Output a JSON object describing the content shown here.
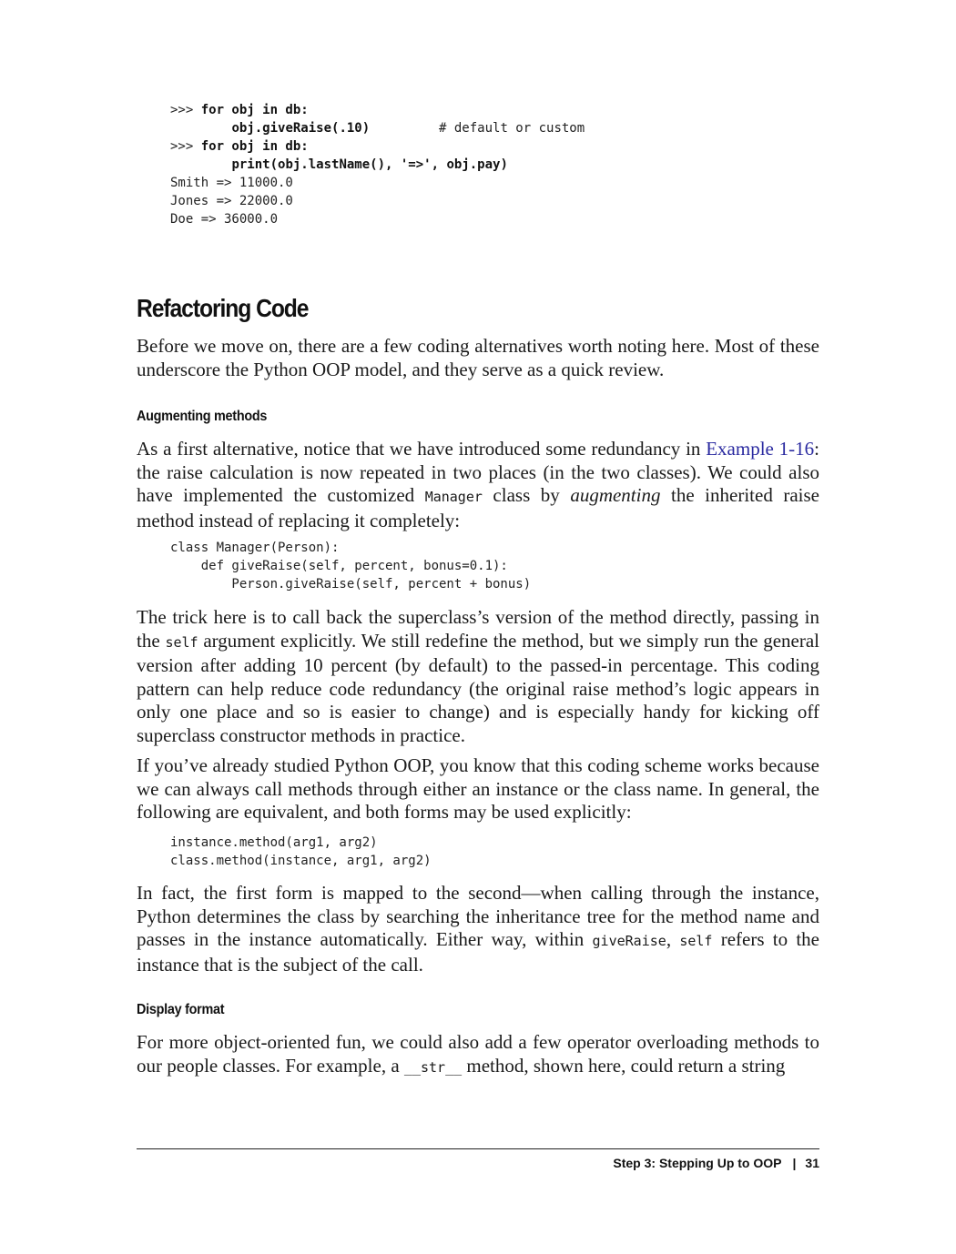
{
  "code1": {
    "line1_prompt": ">>> ",
    "line1_code": "for obj in db:",
    "line2_indent": "        ",
    "line2_code": "obj.giveRaise(.10)",
    "line2_comment": "         # default or custom",
    "line4_prompt": ">>> ",
    "line4_code": "for obj in db:",
    "line5_indent": "        ",
    "line5_code": "print(obj.lastName(), '=>', obj.pay)",
    "out1": "Smith => 11000.0",
    "out2": "Jones => 22000.0",
    "out3": "Doe => 36000.0"
  },
  "section": {
    "title": "Refactoring Code",
    "intro": "Before we move on, there are a few coding alternatives worth noting here. Most of these underscore the Python OOP model, and they serve as a quick review."
  },
  "augmenting": {
    "title": "Augmenting methods",
    "p1_a": "As a first alternative, notice that we have introduced some redundancy in ",
    "p1_link": "Example 1-16",
    "p1_b": ": the raise calculation is now repeated in two places (in the two classes). We could also have implemented the customized ",
    "p1_code": "Manager",
    "p1_c": " class by ",
    "p1_em": "augmenting",
    "p1_d": " the inherited raise method instead of replacing it completely:",
    "code_l1": "class Manager(Person):",
    "code_l2": "    def giveRaise(self, percent, bonus=0.1):",
    "code_l3": "        Person.giveRaise(self, percent + bonus)",
    "p2_a": "The trick here is to call back the superclass’s version of the method directly, passing in the ",
    "p2_code": "self",
    "p2_b": " argument explicitly. We still redefine the method, but we simply run the general version after adding 10 percent (by default) to the passed-in percentage. This coding pattern can help reduce code redundancy (the original raise method’s logic appears in only one place and so is easier to change) and is especially handy for kicking off superclass constructor methods in practice.",
    "p3": "If you’ve already studied Python OOP, you know that this coding scheme works because we can always call methods through either an instance or the class name. In general, the following are equivalent, and both forms may be used explicitly:",
    "code2_l1": "instance.method(arg1, arg2)",
    "code2_l2": "class.method(instance, arg1, arg2)",
    "p4_a": "In fact, the first form is mapped to the second—when calling through the instance, Python determines the class by searching the inheritance tree for the method name and passes in the instance automatically. Either way, within ",
    "p4_code1": "giveRaise",
    "p4_b": ", ",
    "p4_code2": "self",
    "p4_c": " refers to the instance that is the subject of the call."
  },
  "display": {
    "title": "Display format",
    "p1_a": "For more object-oriented fun, we could also add a few operator overloading methods to our people classes. For example, a ",
    "p1_code": "__str__",
    "p1_b": " method, shown here, could return a string"
  },
  "footer": {
    "chapter": "Step 3: Stepping Up to OOP",
    "separator": "|",
    "page_number": "31"
  }
}
